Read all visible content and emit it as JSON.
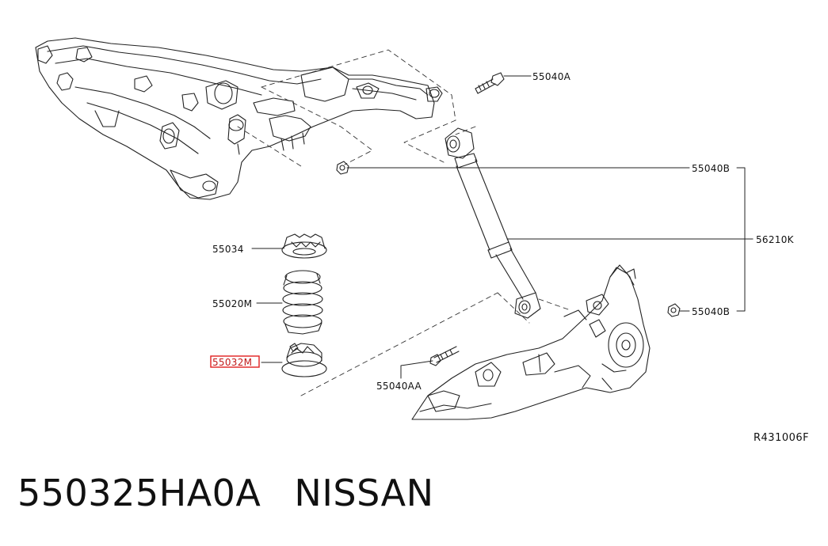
{
  "callouts": {
    "bolt_upper": "55040A",
    "nut_upper": "55040B",
    "shock_absorber": "56210K",
    "nut_lower": "55040B",
    "upper_spring_seat": "55034",
    "coil_spring": "55020M",
    "lower_spring_seat": "55032M",
    "bolt_lower": "55040AA"
  },
  "highlighted_part": "55032M",
  "highlight_color": "#e02020",
  "diagram_ref": "R431006F",
  "caption": {
    "part_number": "550325HA0A",
    "brand": "NISSAN"
  }
}
